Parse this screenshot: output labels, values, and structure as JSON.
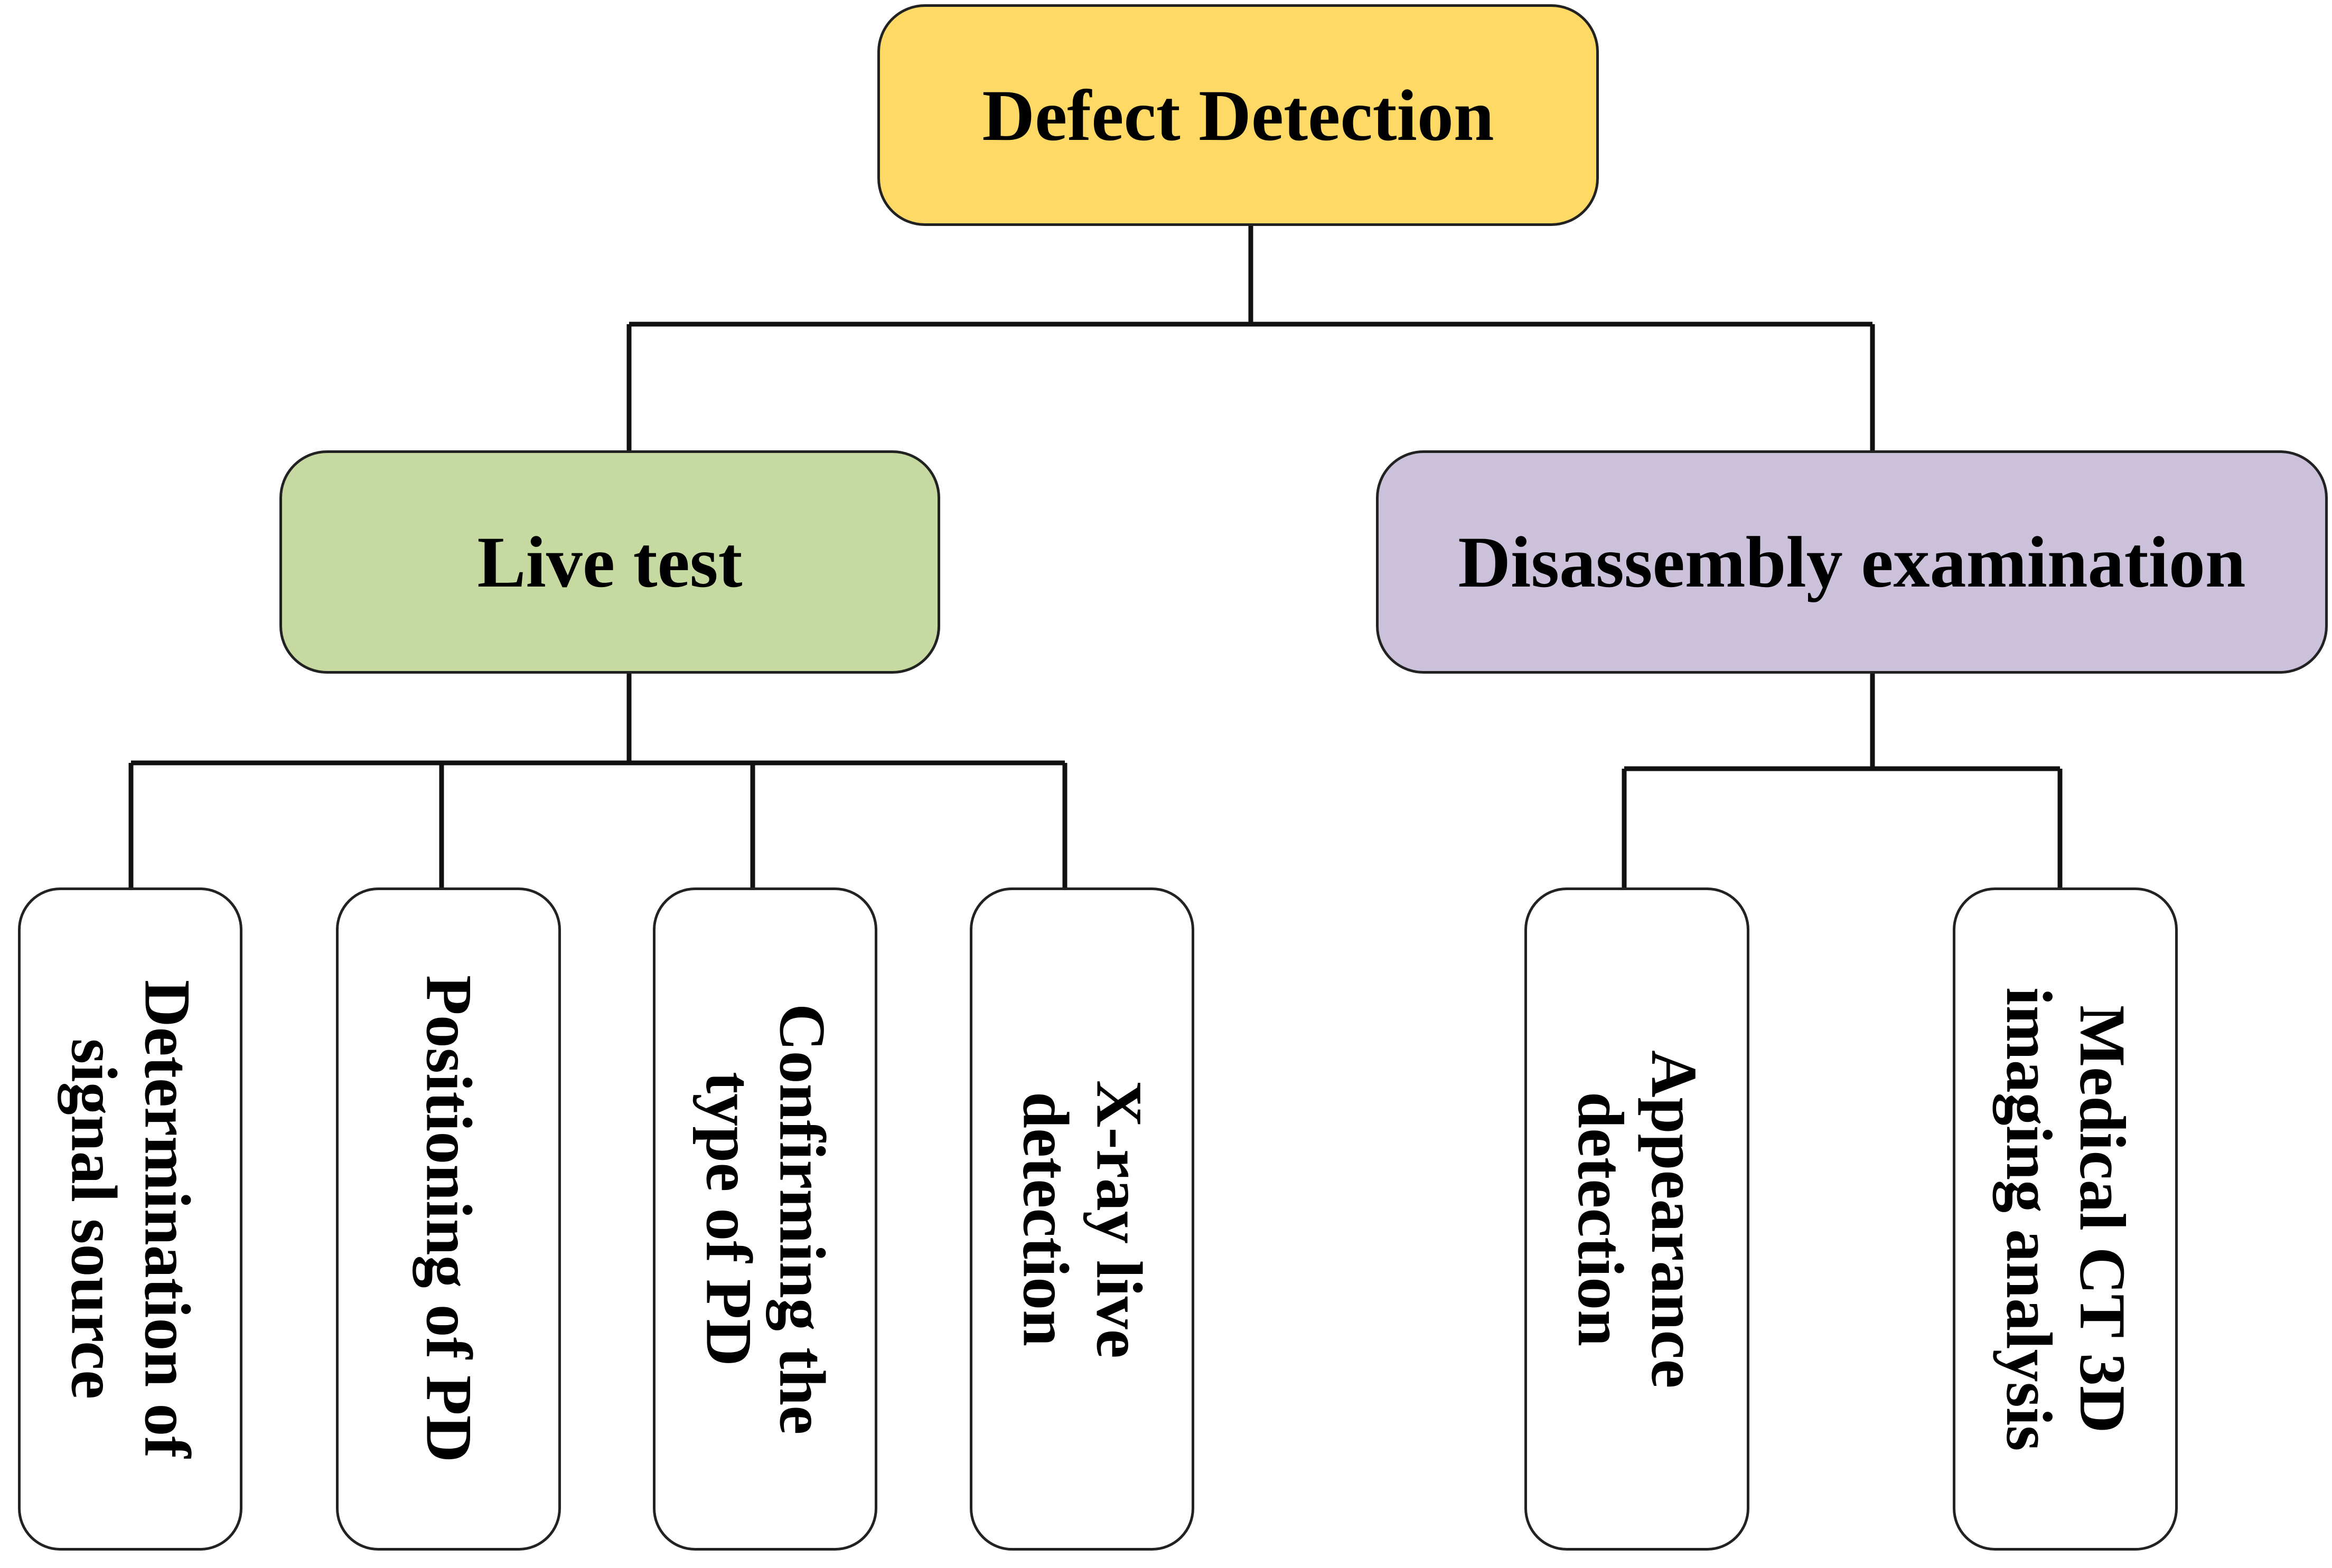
{
  "root": {
    "label": "Defect Detection",
    "color": "#FFD966"
  },
  "branches": [
    {
      "label": "Live test",
      "color": "#C5D9A0",
      "children": [
        "Determination of\nsignal source",
        "Positioning of PD",
        "Confirming the\ntype of PD",
        "X-ray live\ndetection"
      ]
    },
    {
      "label": "Disassembly examination",
      "color": "#CCC1DB",
      "children": [
        "Appearance\ndetection",
        "Medical CT 3D\nimaging analysis"
      ]
    }
  ]
}
